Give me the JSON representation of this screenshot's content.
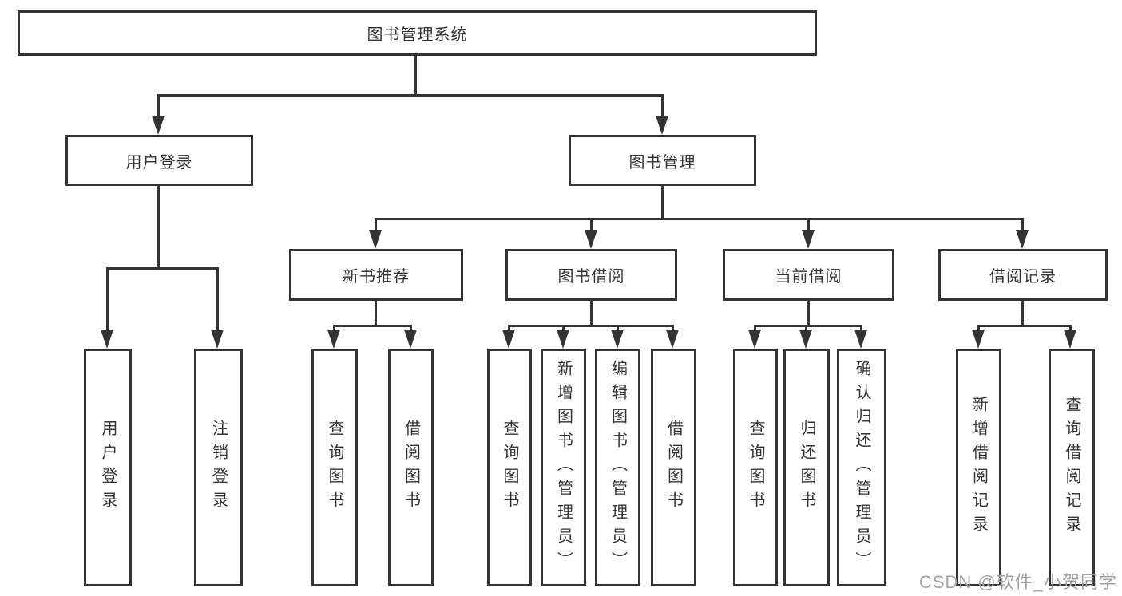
{
  "diagram": {
    "root": {
      "label": "图书管理系统"
    },
    "branches": [
      {
        "label": "用户登录",
        "children": [
          {
            "label": "用户登录"
          },
          {
            "label": "注销登录"
          }
        ]
      },
      {
        "label": "图书管理",
        "children": [
          {
            "label": "新书推荐",
            "children": [
              {
                "label": "查询图书"
              },
              {
                "label": "借阅图书"
              }
            ]
          },
          {
            "label": "图书借阅",
            "children": [
              {
                "label": "查询图书"
              },
              {
                "label": "新增图书（管理员）"
              },
              {
                "label": "编辑图书（管理员）"
              },
              {
                "label": "借阅图书"
              }
            ]
          },
          {
            "label": "当前借阅",
            "children": [
              {
                "label": "查询图书"
              },
              {
                "label": "归还图书"
              },
              {
                "label": "确认归还（管理员）"
              }
            ]
          },
          {
            "label": "借阅记录",
            "children": [
              {
                "label": "新增借阅记录"
              },
              {
                "label": "查询借阅记录"
              }
            ]
          }
        ]
      }
    ]
  },
  "watermark": {
    "text": "CSDN @软件_小贺同学"
  },
  "colors": {
    "line": "#333333",
    "text": "#333333",
    "background": "#ffffff",
    "watermark": "#a3a3a3"
  }
}
